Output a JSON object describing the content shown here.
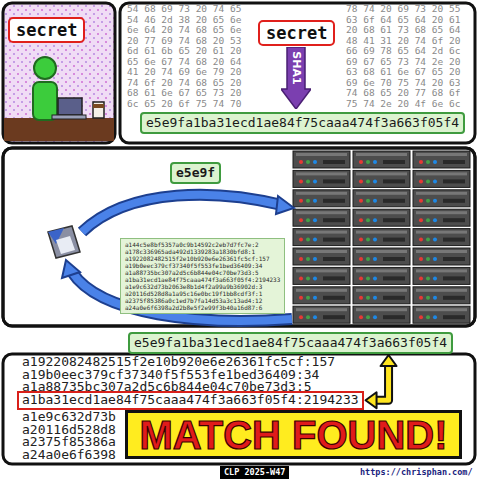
{
  "diagram": {
    "nodes": [
      {
        "text": [
          "secret"
        ]
      },
      {
        "text": [
          "secret"
        ]
      },
      {
        "text": [
          "SHA1"
        ]
      },
      {
        "text": [
          "e5e9fa1ba31ecd1ae84f75caaa474f3a663f05f4"
        ]
      },
      {
        "text": [
          "e5e9f"
        ]
      },
      {
        "text": [
          "a144c5e8bf5357a0c9b14592c2eb7d7fc7e:2",
          "a178c336965ada492d1339283a1830bfd8:1",
          "a1922082482515f2e10b920e6e26361fc5cf:157",
          "a19b0eec379cf37340f5f553fe1bed36409:34",
          "a1a88735bc307a2d5c6b844e04c70be73d3:5",
          "a1ba31ecd1ae84f75caaa474f3a663f05f4:2194233",
          "a1e9c632d73b2063e8b1d4f2a99a9b36902d:3",
          "a20116d528d8a1a95c16e0bc19f1bb8cdf3f:1",
          "a2375f85386a0c1ed7b7fa14d53a3c13ad4:12",
          "a24a0e6f6398a2d2b8e5f2e99f3b40a16d87:6"
        ]
      },
      {
        "text": [
          "e5e9fa1ba31ecd1ae84f75caaa474f3a663f05f4"
        ]
      },
      {
        "text": [
          "a1ba31ecd1ae84f75caaa474f3a663f05f4:2194233"
        ]
      },
      {
        "text": [
          "MATCH FOUND!"
        ]
      },
      {
        "text": [
          "CLP 2025-W47"
        ]
      }
    ],
    "edges": [
      {
        "from": 6,
        "to": 7,
        "arrow": "both"
      }
    ],
    "labels": [
      "54 68 69 73 20 74 65",
      "78 74 20 69 73 20 55",
      "54 46 2d 38 20 65 6e",
      "63 6f 64 65 64 20 61",
      "6e 64 20 74 68 65 6e",
      "20 68 61 73 68 65 64",
      "20 77 69 74 68 20 53",
      "48 41 31 20 74 6f 20",
      "6d 61 6b 65 20 61 20",
      "66 69 78 65 64 2d 6c",
      "65 6e 67 74 68 20 64",
      "69 67 65 73 74 2e 20",
      "41 20 74 69 6e 79 20",
      "63 68 61 6e 67 65 20",
      "74 6f 20 74 68 65 20",
      "69 6e 70 75 74 20 63",
      "68 61 6e 67 65 73 20",
      "74 68 65 20 77 68 6f",
      "6c 65 20 6f 75 74 70",
      "75 74 2e 20 4f 6e 6c",
      "a1922082482515f2e10b920e6e26361fc5cf:157",
      "a19b0eec379cf37340f5f553fe1bed36409:34",
      "a1a88735bc307a2d5c6b844e04c70be73d3:5",
      "a1e9c632d73b",
      "a20116d528d8",
      "a2375f85386a",
      "a24a0e6f6398",
      "https://chrisphan.com/"
    ]
  }
}
